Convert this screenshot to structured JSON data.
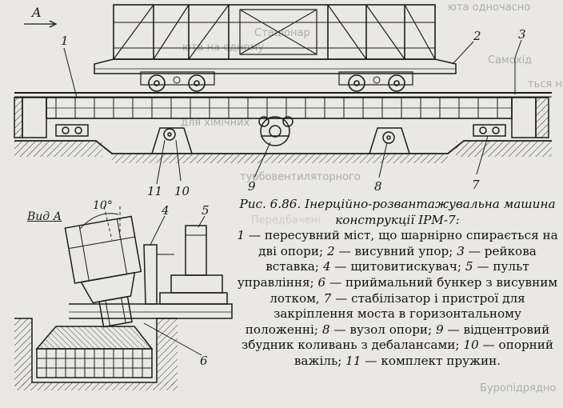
{
  "figure": {
    "view_arrow_label": "A",
    "view_label": "Вид А",
    "angle_label": "10°",
    "callouts": [
      "1",
      "2",
      "3",
      "4",
      "5",
      "6",
      "7",
      "8",
      "9",
      "10",
      "11"
    ]
  },
  "caption": {
    "title": "Рис. 6.86. Інерційно-розвантажувальна машина конструкції ІРМ-7:",
    "items": [
      {
        "num": "1",
        "text": "пересувний міст, що шарнірно спирається на дві опори;"
      },
      {
        "num": "2",
        "text": "висувний упор;"
      },
      {
        "num": "3",
        "text": "рейкова вставка;"
      },
      {
        "num": "4",
        "text": "щитовитискувач;"
      },
      {
        "num": "5",
        "text": "пульт управління;"
      },
      {
        "num": "6",
        "text": "приймальний бункер з висувним лотком,"
      },
      {
        "num": "7",
        "text": "стабілізатор і пристрої для закріплення моста в горизонтальному положенні;"
      },
      {
        "num": "8",
        "text": "вузол опори;"
      },
      {
        "num": "9",
        "text": "відцентровий збудник коливань з дебалансами;"
      },
      {
        "num": "10",
        "text": "опорний важіль;"
      },
      {
        "num": "11",
        "text": "комплект пружин."
      }
    ]
  },
  "background_text": [
    "юта одночасно",
    "Стаціонар",
    "юта на одному",
    "Самохід",
    "ться на",
    "для хімічних",
    "турбовентиляторного",
    "Передбачені",
    "Буропідрядно"
  ]
}
